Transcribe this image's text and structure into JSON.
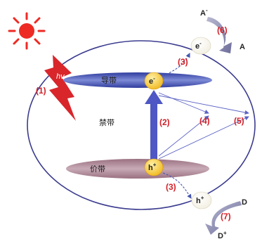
{
  "diagram": {
    "light_symbol": "hv",
    "bands": {
      "conduction": "导带",
      "forbidden": "禁带",
      "valence": "价带"
    },
    "carriers": {
      "electron": "e",
      "electron_sign": "-",
      "hole": "h",
      "hole_sign": "+"
    },
    "steps": {
      "s1": "(1)",
      "s2": "(2)",
      "s3_top": "(3)",
      "s3_bottom": "(3)",
      "s4": "(4)",
      "s5": "(5)",
      "s6": "(6)",
      "s7": "(7)"
    },
    "species": {
      "acceptor_in": "A",
      "acceptor_in_sign": "-",
      "acceptor_out": "A",
      "donor_in": "D",
      "donor_out": "D",
      "donor_out_sign": "+"
    },
    "colors": {
      "step_label": "#d21f27",
      "sun": "#ee2a24",
      "lightning": "#d8262b",
      "conduction_band": "#4a5bb5",
      "valence_band": "#a7808f",
      "carrier": "#f6cb2b",
      "arrow": "#5a62c4",
      "outline": "#3b3b8f",
      "curved_arrow": "#8f8fb8"
    }
  }
}
